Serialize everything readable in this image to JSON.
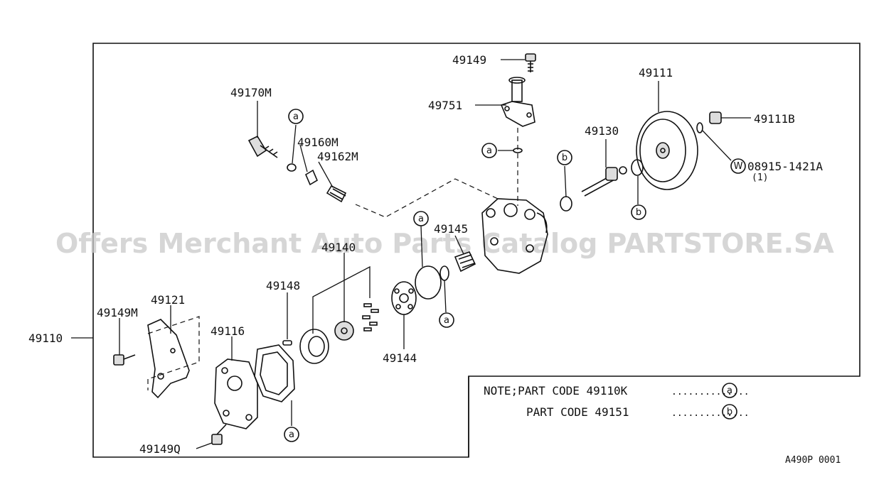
{
  "watermark": "Offers Merchant Auto Parts Catalog PARTSTORE.SA",
  "diagram_code": "A490P 0001",
  "parts": {
    "p49110": "49110",
    "p49149": "49149",
    "p49751": "49751",
    "p49111": "49111",
    "p49111B": "49111B",
    "p49130": "49130",
    "p08915": "08915-1421A",
    "p08915_qty": "(1)",
    "p49170M": "49170M",
    "p49160M": "49160M",
    "p49162M": "49162M",
    "p49145": "49145",
    "p49140": "49140",
    "p49148": "49148",
    "p49121": "49121",
    "p49149M": "49149M",
    "p49116": "49116",
    "p49144": "49144",
    "p49149Q": "49149Q"
  },
  "markers": {
    "a": "a",
    "b": "b",
    "w": "W"
  },
  "note": {
    "line1_prefix": "NOTE;PART CODE 49110K",
    "line1_dots": "..............",
    "line2_prefix": "PART CODE 49151",
    "line2_dots": "..............",
    "marker1": "a",
    "marker2": "b"
  }
}
